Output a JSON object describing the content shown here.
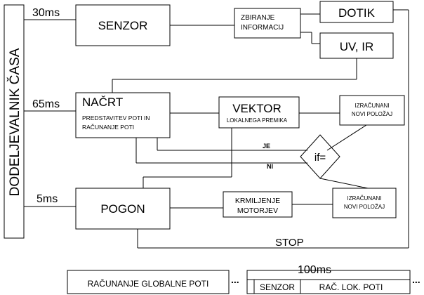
{
  "vertical_label": "DODELJEVALNIK ČASA",
  "timings": {
    "t30": "30ms",
    "t65": "65ms",
    "t5": "5ms",
    "t100": "100ms"
  },
  "boxes": {
    "senzor": "SENZOR",
    "zbiranje_line1": "ZBIRANJE",
    "zbiranje_line2": "INFORMACIJ",
    "dotik": "DOTIK",
    "uv_ir": "UV, IR",
    "nacrt": "NAČRT",
    "nacrt_sub1": "PREDSTAVITEV POTI IN",
    "nacrt_sub2": "RAČUNANJE POTI",
    "vektor": "VEKTOR",
    "vektor_sub": "LOKALNEGA PREMIKA",
    "izracunani1_line1": "IZRAČUNANI",
    "izracunani1_line2": "NOVI POLOŽAJ",
    "decision": "if=",
    "pogon": "POGON",
    "krmiljenje_line1": "KRMILJENJE",
    "krmiljenje_line2": "MOTORJEV",
    "izracunani2_line1": "IZRAČUNANI",
    "izracunani2_line2": "NOVI POLOŽAJ"
  },
  "labels": {
    "je": "JE",
    "ni": "NI",
    "stop": "STOP"
  },
  "timeline": {
    "global": "RAČUNANJE GLOBALNE POTI",
    "dots1": "...",
    "senzor": "SENZOR",
    "rac_lok": "RAČ. LOK. POTI",
    "dots2": "..."
  }
}
